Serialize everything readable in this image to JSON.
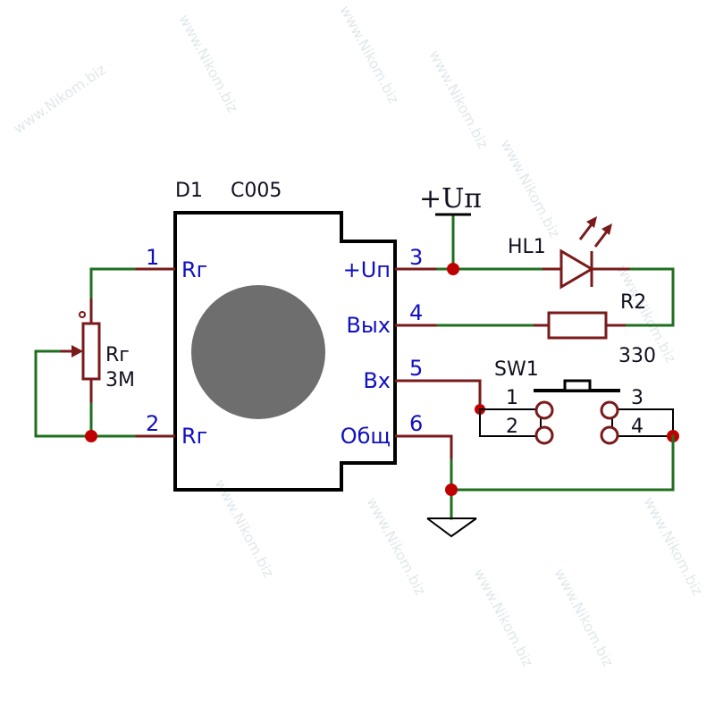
{
  "chip": {
    "ref": "D1",
    "type": "C005",
    "pins": [
      {
        "num": "1",
        "name": "Rг"
      },
      {
        "num": "2",
        "name": "Rг"
      },
      {
        "num": "3",
        "name": "+Uп"
      },
      {
        "num": "4",
        "name": "Вых"
      },
      {
        "num": "5",
        "name": "Вх"
      },
      {
        "num": "6",
        "name": "Общ"
      }
    ]
  },
  "power_label": "+Uп",
  "led": {
    "ref": "HL1"
  },
  "resistor2": {
    "ref": "R2",
    "value": "330"
  },
  "pot": {
    "ref": "Rг",
    "value": "3M"
  },
  "switch": {
    "ref": "SW1",
    "pins": [
      "1",
      "2",
      "3",
      "4"
    ]
  },
  "watermark": "www.Nikom.biz",
  "colors": {
    "wire": "#1f6f1f",
    "component": "#7a1a1a",
    "node": "#c00000",
    "pin_text": "#1010c0",
    "body": "#000000",
    "disk": "#6e6e6e"
  }
}
